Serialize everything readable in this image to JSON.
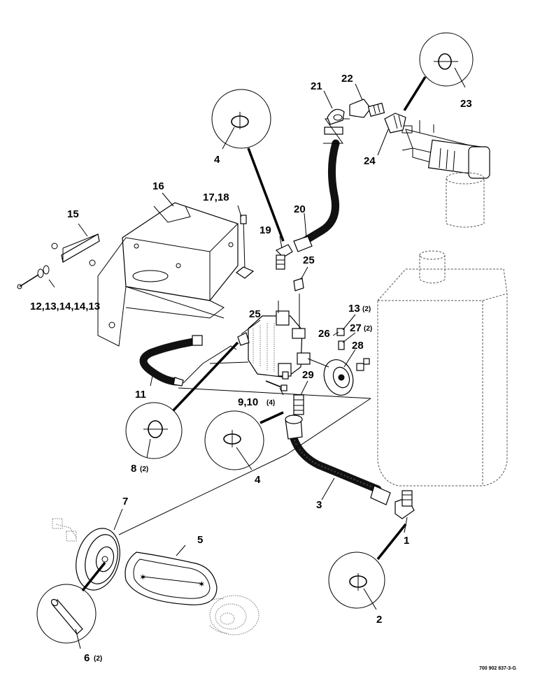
{
  "labels": {
    "p1": "1",
    "p2": "2",
    "p3": "3",
    "p4a": "4",
    "p4b": "4",
    "p5": "5",
    "p6": "6",
    "p6_qty": "(2)",
    "p7": "7",
    "p8": "8",
    "p8_qty": "(2)",
    "p9_10": "9,10",
    "p9_10_qty": "(4)",
    "p11": "11",
    "p12_14": "12,13,14,14,13",
    "p13": "13",
    "p13_qty": "(2)",
    "p15": "15",
    "p16": "16",
    "p17_18": "17,18",
    "p19": "19",
    "p20": "20",
    "p21": "21",
    "p22": "22",
    "p23": "23",
    "p24": "24",
    "p25a": "25",
    "p25b": "25",
    "p26": "26",
    "p27": "27",
    "p27_qty": "(2)",
    "p28": "28",
    "p29": "29"
  },
  "drawing_number": "700 902 837-3-G"
}
